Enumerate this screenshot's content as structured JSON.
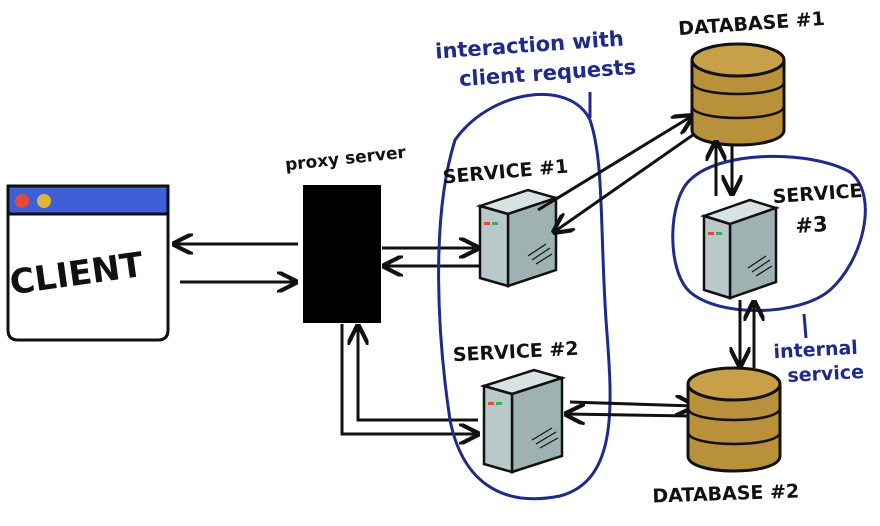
{
  "client": {
    "label": "CLIENT"
  },
  "proxy": {
    "label": "proxy server"
  },
  "services": {
    "service1": "SERVICE #1",
    "service2": "SERVICE #2",
    "service3_line1": "SERVICE",
    "service3_line2": "#3"
  },
  "databases": {
    "db1": "DATABASE #1",
    "db2": "DATABASE #2"
  },
  "annotations": {
    "interaction_line1": "interaction with",
    "interaction_line2": "client requests",
    "internal_line1": "internal",
    "internal_line2": "service"
  },
  "colors": {
    "annotation_blue": "#1f2a8a",
    "browser_bar": "#3f5fd6",
    "dot_red": "#e24a3a",
    "dot_yellow": "#e0b43a",
    "server_fill": "#b9c9c9",
    "database_fill": "#b8913a"
  }
}
